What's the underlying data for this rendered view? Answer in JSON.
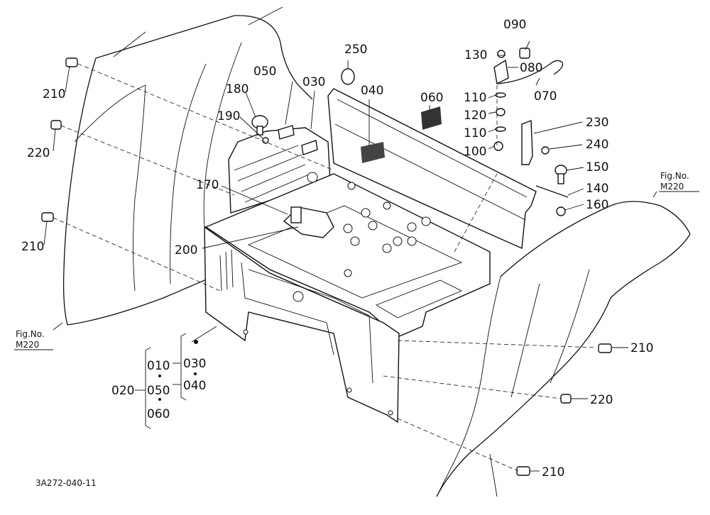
{
  "callouts": {
    "p010": "010",
    "p020": "020",
    "p030": "030",
    "p030b": "030",
    "p040": "040",
    "p040b": "040",
    "p050": "050",
    "p050b": "050",
    "p060": "060",
    "p060b": "060",
    "p070": "070",
    "p080": "080",
    "p090": "090",
    "p100": "100",
    "p110a": "110",
    "p110b": "110",
    "p120": "120",
    "p130": "130",
    "p140": "140",
    "p150": "150",
    "p160": "160",
    "p170": "170",
    "p180": "180",
    "p190": "190",
    "p200": "200",
    "p210a": "210",
    "p210b": "210",
    "p210c": "210",
    "p210d": "210",
    "p220a": "220",
    "p220b": "220",
    "p230": "230",
    "p240": "240",
    "p250": "250"
  },
  "figure_refs": {
    "left_line1": "Fig.No.",
    "left_line2": "M220",
    "right_line1": "Fig.No.",
    "right_line2": "M220"
  },
  "drawing_number": "3A272-040-11"
}
